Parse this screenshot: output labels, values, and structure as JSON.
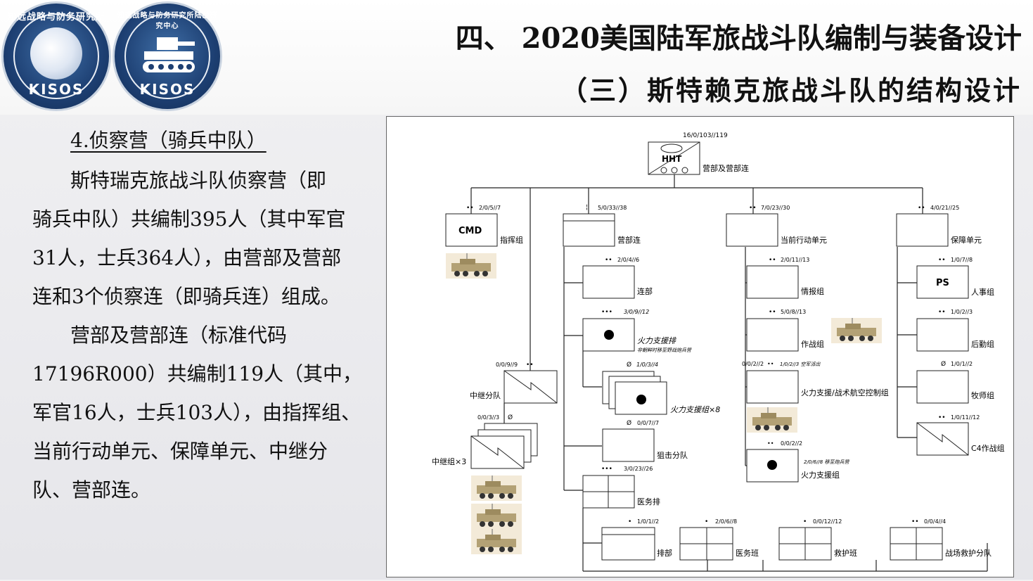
{
  "header": {
    "logo1_text": "KISOS",
    "logo1_arc": "知远战略与防务研究所",
    "logo2_text": "KISOS",
    "logo2_arc": "知远战略与防务研究所陆战研究中心",
    "title": "四、 2020美国陆军旅战斗队编制与装备设计",
    "subtitle": "（三）斯特赖克旅战斗队的结构设计"
  },
  "text": {
    "heading": "4.侦察营（骑兵中队）",
    "lines": [
      "斯特瑞克旅战斗队侦察营（即",
      "骑兵中队）共编制395人（其中军官",
      "31人，士兵364人），由营部及营部",
      "连和3个侦察连（即骑兵连）组成。",
      "营部及营部连（标准代码",
      "17196R000）共编制119人（其中，",
      "军官16人，士兵103人），由指挥组、",
      "当前行动单元、保障单元、中继分",
      "队、营部连。"
    ]
  },
  "org": {
    "root": {
      "code": "16/0/103//119",
      "box": "HHT",
      "label": "营部及营部连"
    },
    "cmd": {
      "code": "2/0/5//7",
      "box": "CMD",
      "label": "指挥组"
    },
    "hq_co": {
      "code": "5/0/33//38",
      "label": "营部连"
    },
    "current_ops": {
      "code": "7/0/23//30",
      "label": "当前行动单元"
    },
    "support": {
      "code": "4/0/21//25",
      "label": "保障单元"
    },
    "company_hq": {
      "code": "2/0/4//6",
      "label": "连部"
    },
    "fire_plt": {
      "code": "3/0/9//12",
      "label": "火力支援排",
      "note": "非朝鲜时移至野战炮兵营"
    },
    "fire_team": {
      "code": "1/0/3//4",
      "label": "火力支援组×8"
    },
    "sniper": {
      "code": "0/0/7//7",
      "label": "狙击分队"
    },
    "med_plt": {
      "code": "3/0/23//26",
      "label": "医务排"
    },
    "intel": {
      "code": "2/0/11//13",
      "label": "情报组"
    },
    "ops": {
      "code": "5/0/8//13",
      "label": "作战组"
    },
    "fire_air": {
      "code": "0/0/2//2",
      "code2": "1/0/2//3 空军派出",
      "label": "火力支援/战术航空控制组"
    },
    "fire_sup": {
      "code": "0/0/2//2",
      "code2": "2/0/6//8 移至炮兵营",
      "label": "火力支援组"
    },
    "ps": {
      "code": "1/0/7//8",
      "box": "PS",
      "label": "人事组"
    },
    "logistics": {
      "code": "1/0/2//3",
      "label": "后勤组"
    },
    "chaplain": {
      "code": "1/0/1//2",
      "label": "牧师组"
    },
    "c4": {
      "code": "1/0/11//12",
      "label": "C4作战组"
    },
    "relay_sec": {
      "code": "0/0/9//9",
      "label": "中继分队"
    },
    "relay_team": {
      "code": "0/0/3//3",
      "label": "中继组×3"
    },
    "plt_hq": {
      "code": "1/0/1//2",
      "label": "排部"
    },
    "med_sqd": {
      "code": "2/0/6//8",
      "label": "医务班"
    },
    "rescue_sqd": {
      "code": "0/0/12//12",
      "label": "救护班"
    },
    "field_rescue": {
      "code": "0/0/4//4",
      "label": "战场救护分队"
    }
  }
}
